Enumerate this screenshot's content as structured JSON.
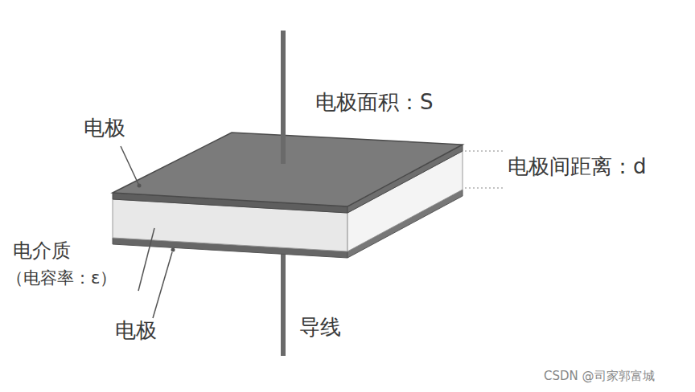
{
  "diagram": {
    "labels": [
      "电极面积：S",
      "电极",
      "电极间距离：d",
      "电介质",
      "（电容率：ε）",
      "电极",
      "导线",
      "CSDN @司家郭富城"
    ]
  }
}
